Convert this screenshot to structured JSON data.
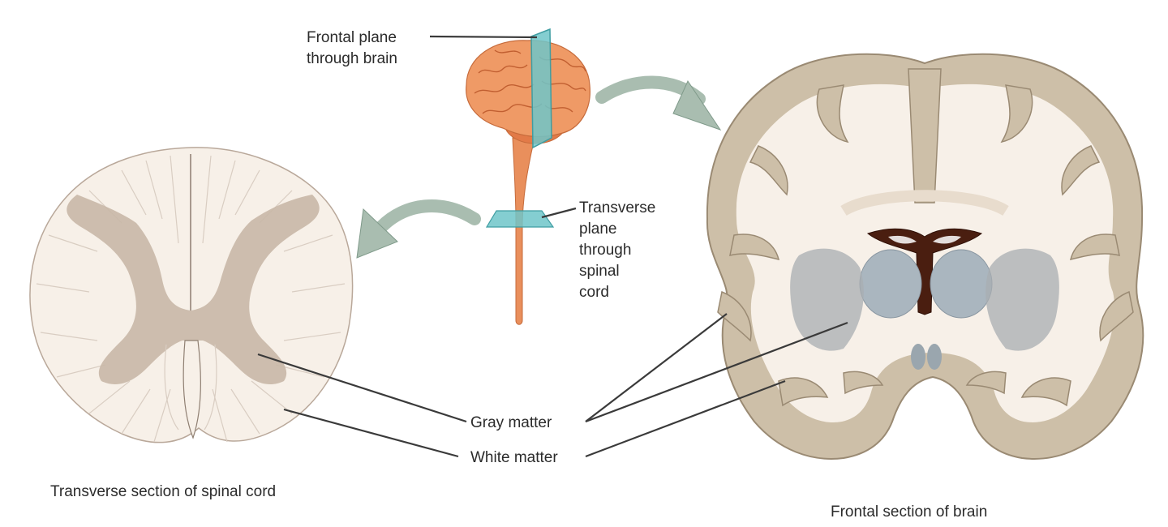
{
  "labels": {
    "frontal_plane": [
      "Frontal plane",
      "through brain"
    ],
    "transverse_plane": [
      "Transverse",
      "plane",
      "through",
      "spinal",
      "cord"
    ],
    "gray_matter": "Gray matter",
    "white_matter": "White matter"
  },
  "captions": {
    "spinal_cord": "Transverse section of spinal cord",
    "brain": "Frontal section of brain"
  },
  "colors": {
    "gray_matter_cord": "#c9b8a8",
    "white_matter": "#f7f0e8",
    "brain_gray_matter": "#cdbfa8",
    "brain_tissue": "#e98f5c",
    "plane": "#6fc5c9",
    "arrow": "#a9bdb0",
    "nuclei": "#aab6bf",
    "ventricle": "#4a1e10"
  }
}
